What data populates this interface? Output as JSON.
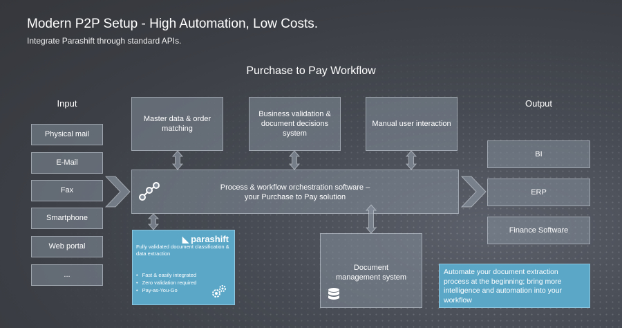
{
  "header": {
    "title": "Modern P2P Setup - High Automation, Low Costs.",
    "subtitle": "Integrate Parashift through standard APIs."
  },
  "workflow_title": "Purchase to Pay Workflow",
  "input": {
    "label": "Input",
    "items": [
      "Physical mail",
      "E-Mail",
      "Fax",
      "Smartphone",
      "Web portal",
      "..."
    ]
  },
  "top_systems": [
    "Master data & order matching",
    "Business validation & document decisions system",
    "Manual user interaction"
  ],
  "orchestration": {
    "line1": "Process & workflow orchestration software –",
    "line2": "your Purchase to Pay solution",
    "icon": "workflow-nodes-icon"
  },
  "parashift": {
    "logo": "parashift",
    "description": "Fully validated document classification & data extraction",
    "bullets": [
      "Fast & easily integrated",
      "Zero validation required",
      "Pay-as-You-Go"
    ],
    "icon": "gears-icon"
  },
  "document_management": {
    "label": "Document management system",
    "icon": "database-icon"
  },
  "output": {
    "label": "Output",
    "items": [
      "BI",
      "ERP",
      "Finance Software"
    ]
  },
  "note": "Automate your document extraction process at the beginning; bring more intelligence and automation into your workflow",
  "colors": {
    "background": "#3b3e44",
    "box_fill": "#848e9a",
    "accent_blue": "#5aa7c8"
  }
}
